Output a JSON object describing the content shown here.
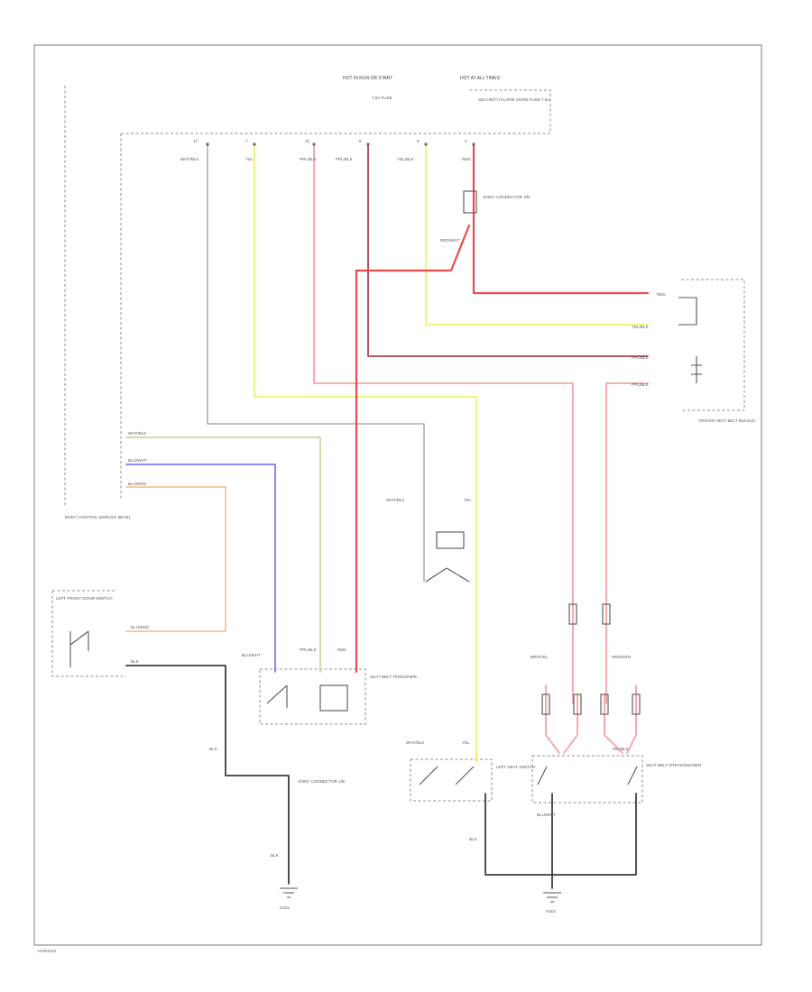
{
  "wire_colors": {
    "red": "#ee4b4f",
    "red_light": "#f5a3a3",
    "dark_red": "#a8454f",
    "yellow": "#f1f26a",
    "yellow_light": "#f7f7a0",
    "grey": "#b9b9b9",
    "blue": "#7c7cf0",
    "purple": "#a080c8",
    "orange": "#f4c49a",
    "black": "#3c3c3c",
    "tan": "#d8cfa8"
  },
  "top_header": {
    "hot_run_start": "HOT IN RUN OR START",
    "hot_at_all_times": "HOT AT ALL TIMES",
    "fuse_left": "7.5A FUSE",
    "fuse_right": "SECURITY/ALARM HORN FUSE 7.5A"
  },
  "connector_numbers": [
    "17",
    "7",
    "21",
    "8",
    "9",
    "4"
  ],
  "top_circuit_labels": [
    "WHT/BLK",
    "YEL",
    "PPL/BLK",
    "PPL/BLK",
    "YEL/BLK",
    "RED"
  ],
  "splice_labels": {
    "junction_top": "JOINT CONNECTOR J/B",
    "junction_bottom": "JOINT CONNECTOR J/B",
    "red_wht": "RED/WHT",
    "wht_blk": "WHT/BLK",
    "yel": "YEL",
    "blk": "BLK",
    "blu_wht": "BLU/WHT",
    "yel_blk": "YEL/BLK"
  },
  "seat_belt_buckle": {
    "label": "DRIVER SEAT BELT BUCKLE",
    "terminal_a": "RED",
    "terminal_b": "YEL/BLK",
    "terminal_c": "PPL/BLK",
    "terminal_d": "PPL/BLK"
  },
  "left_connector": {
    "label": "BODY CONTROL MODULE (BCM)",
    "wires": [
      "WHT/BLK",
      "BLU/WHT",
      "BLU/RED"
    ]
  },
  "left_switch": {
    "label": "LEFT FRONT DOOR SWITCH",
    "wire_a": "BLU/RED",
    "wire_b": "BLK"
  },
  "center_module": {
    "label": "SEAT BELT TENSIONER",
    "wire_a": "BLU/WHT",
    "wire_b": "PPL/BLK",
    "wire_c": "RED"
  },
  "bottom_grounds": {
    "left": "G201",
    "right": "G401"
  },
  "ground_labels": {
    "left": "BLK",
    "right": "BLK"
  },
  "right_module": {
    "label": "SEAT BELT PRETENSIONER",
    "wire_a": "BRN/YEL",
    "wire_b": "RED/GRN"
  },
  "bottom_left_switch": {
    "label": "LEFT SEAT SWITCH",
    "pins": [
      "WHT/BLK",
      "YEL"
    ]
  },
  "corner_id": "HON1012"
}
